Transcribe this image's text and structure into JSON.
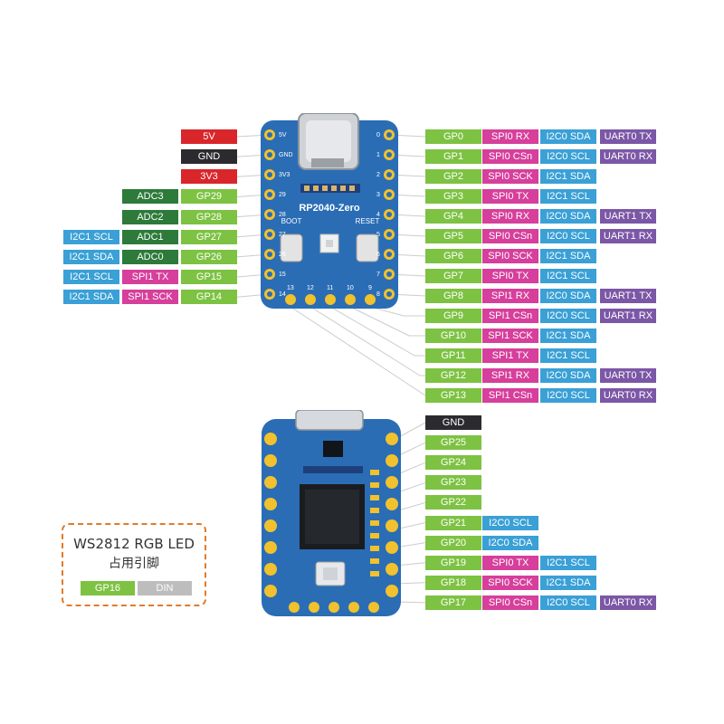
{
  "top_board": {
    "name": "RP2040-Zero",
    "boot_label": "BOOT",
    "reset_label": "RESET",
    "left_pin_numbers": [
      "5V",
      "GND",
      "3V3",
      "29",
      "28",
      "27",
      "26",
      "15",
      "14"
    ],
    "right_pin_numbers": [
      "0",
      "1",
      "2",
      "3",
      "4",
      "5",
      "6",
      "7",
      "8"
    ],
    "bottom_pin_numbers": [
      "13",
      "12",
      "11",
      "10",
      "9"
    ]
  },
  "left_labels": [
    {
      "row": 0,
      "tags": [
        {
          "text": "5V",
          "type": "pwr"
        }
      ]
    },
    {
      "row": 1,
      "tags": [
        {
          "text": "GND",
          "type": "gnd"
        }
      ]
    },
    {
      "row": 2,
      "tags": [
        {
          "text": "3V3",
          "type": "pwr"
        }
      ]
    },
    {
      "row": 3,
      "tags": [
        {
          "text": "ADC3",
          "type": "adc"
        },
        {
          "text": "GP29",
          "type": "gp"
        }
      ]
    },
    {
      "row": 4,
      "tags": [
        {
          "text": "ADC2",
          "type": "adc"
        },
        {
          "text": "GP28",
          "type": "gp"
        }
      ]
    },
    {
      "row": 5,
      "tags": [
        {
          "text": "I2C1 SCL",
          "type": "i2c"
        },
        {
          "text": "ADC1",
          "type": "adc"
        },
        {
          "text": "GP27",
          "type": "gp"
        }
      ]
    },
    {
      "row": 6,
      "tags": [
        {
          "text": "I2C1 SDA",
          "type": "i2c"
        },
        {
          "text": "ADC0",
          "type": "adc"
        },
        {
          "text": "GP26",
          "type": "gp"
        }
      ]
    },
    {
      "row": 7,
      "tags": [
        {
          "text": "I2C1 SCL",
          "type": "i2c"
        },
        {
          "text": "SPI1 TX",
          "type": "spi"
        },
        {
          "text": "GP15",
          "type": "gp"
        }
      ]
    },
    {
      "row": 8,
      "tags": [
        {
          "text": "I2C1 SDA",
          "type": "i2c"
        },
        {
          "text": "SPI1 SCK",
          "type": "spi"
        },
        {
          "text": "GP14",
          "type": "gp"
        }
      ]
    }
  ],
  "right_labels": [
    {
      "row": 0,
      "tags": [
        {
          "text": "GP0",
          "type": "gp"
        },
        {
          "text": "SPI0 RX",
          "type": "spi"
        },
        {
          "text": "I2C0 SDA",
          "type": "i2c"
        },
        {
          "text": "UART0 TX",
          "type": "uart"
        }
      ]
    },
    {
      "row": 1,
      "tags": [
        {
          "text": "GP1",
          "type": "gp"
        },
        {
          "text": "SPI0 CSn",
          "type": "spi"
        },
        {
          "text": "I2C0 SCL",
          "type": "i2c"
        },
        {
          "text": "UART0 RX",
          "type": "uart"
        }
      ]
    },
    {
      "row": 2,
      "tags": [
        {
          "text": "GP2",
          "type": "gp"
        },
        {
          "text": "SPI0 SCK",
          "type": "spi"
        },
        {
          "text": "I2C1 SDA",
          "type": "i2c"
        }
      ]
    },
    {
      "row": 3,
      "tags": [
        {
          "text": "GP3",
          "type": "gp"
        },
        {
          "text": "SPI0 TX",
          "type": "spi"
        },
        {
          "text": "I2C1 SCL",
          "type": "i2c"
        }
      ]
    },
    {
      "row": 4,
      "tags": [
        {
          "text": "GP4",
          "type": "gp"
        },
        {
          "text": "SPI0 RX",
          "type": "spi"
        },
        {
          "text": "I2C0 SDA",
          "type": "i2c"
        },
        {
          "text": "UART1 TX",
          "type": "uart"
        }
      ]
    },
    {
      "row": 5,
      "tags": [
        {
          "text": "GP5",
          "type": "gp"
        },
        {
          "text": "SPI0 CSn",
          "type": "spi"
        },
        {
          "text": "I2C0 SCL",
          "type": "i2c"
        },
        {
          "text": "UART1 RX",
          "type": "uart"
        }
      ]
    },
    {
      "row": 6,
      "tags": [
        {
          "text": "GP6",
          "type": "gp"
        },
        {
          "text": "SPI0 SCK",
          "type": "spi"
        },
        {
          "text": "I2C1 SDA",
          "type": "i2c"
        }
      ]
    },
    {
      "row": 7,
      "tags": [
        {
          "text": "GP7",
          "type": "gp"
        },
        {
          "text": "SPI0 TX",
          "type": "spi"
        },
        {
          "text": "I2C1 SCL",
          "type": "i2c"
        }
      ]
    },
    {
      "row": 8,
      "tags": [
        {
          "text": "GP8",
          "type": "gp"
        },
        {
          "text": "SPI1 RX",
          "type": "spi"
        },
        {
          "text": "I2C0 SDA",
          "type": "i2c"
        },
        {
          "text": "UART1 TX",
          "type": "uart"
        }
      ]
    },
    {
      "row": 9,
      "tags": [
        {
          "text": "GP9",
          "type": "gp"
        },
        {
          "text": "SPI1 CSn",
          "type": "spi"
        },
        {
          "text": "I2C0 SCL",
          "type": "i2c"
        },
        {
          "text": "UART1 RX",
          "type": "uart"
        }
      ]
    },
    {
      "row": 10,
      "tags": [
        {
          "text": "GP10",
          "type": "gp"
        },
        {
          "text": "SPI1 SCK",
          "type": "spi"
        },
        {
          "text": "I2C1 SDA",
          "type": "i2c"
        }
      ]
    },
    {
      "row": 11,
      "tags": [
        {
          "text": "GP11",
          "type": "gp"
        },
        {
          "text": "SPI1 TX",
          "type": "spi"
        },
        {
          "text": "I2C1 SCL",
          "type": "i2c"
        }
      ]
    },
    {
      "row": 12,
      "tags": [
        {
          "text": "GP12",
          "type": "gp"
        },
        {
          "text": "SPI1 RX",
          "type": "spi"
        },
        {
          "text": "I2C0 SDA",
          "type": "i2c"
        },
        {
          "text": "UART0 TX",
          "type": "uart"
        }
      ]
    },
    {
      "row": 13,
      "tags": [
        {
          "text": "GP13",
          "type": "gp"
        },
        {
          "text": "SPI1 CSn",
          "type": "spi"
        },
        {
          "text": "I2C0 SCL",
          "type": "i2c"
        },
        {
          "text": "UART0 RX",
          "type": "uart"
        }
      ]
    }
  ],
  "bottom_labels": [
    {
      "row": 0,
      "tags": [
        {
          "text": "GND",
          "type": "gnd"
        }
      ]
    },
    {
      "row": 1,
      "tags": [
        {
          "text": "GP25",
          "type": "gp"
        }
      ]
    },
    {
      "row": 2,
      "tags": [
        {
          "text": "GP24",
          "type": "gp"
        }
      ]
    },
    {
      "row": 3,
      "tags": [
        {
          "text": "GP23",
          "type": "gp"
        }
      ]
    },
    {
      "row": 4,
      "tags": [
        {
          "text": "GP22",
          "type": "gp"
        }
      ]
    },
    {
      "row": 5,
      "tags": [
        {
          "text": "GP21",
          "type": "gp"
        },
        {
          "text": "I2C0 SCL",
          "type": "i2c"
        }
      ]
    },
    {
      "row": 6,
      "tags": [
        {
          "text": "GP20",
          "type": "gp"
        },
        {
          "text": "I2C0 SDA",
          "type": "i2c"
        }
      ]
    },
    {
      "row": 7,
      "tags": [
        {
          "text": "GP19",
          "type": "gp"
        },
        {
          "text": "SPI0 TX",
          "type": "spi"
        },
        {
          "text": "I2C1 SCL",
          "type": "i2c"
        }
      ]
    },
    {
      "row": 8,
      "tags": [
        {
          "text": "GP18",
          "type": "gp"
        },
        {
          "text": "SPI0 SCK",
          "type": "spi"
        },
        {
          "text": "I2C1 SDA",
          "type": "i2c"
        }
      ]
    },
    {
      "row": 9,
      "tags": [
        {
          "text": "GP17",
          "type": "gp"
        },
        {
          "text": "SPI0 CSn",
          "type": "spi"
        },
        {
          "text": "I2C0 SCL",
          "type": "i2c"
        },
        {
          "text": "UART0 RX",
          "type": "uart"
        }
      ]
    }
  ],
  "legend": {
    "title": "WS2812 RGB LED",
    "subtitle": "占用引脚",
    "gpio": "GP16",
    "signal": "DIN"
  },
  "colors": {
    "pwr": "#d9262b",
    "gnd": "#2b2b2f",
    "gp": "#7dc242",
    "adc": "#2d7a3a",
    "spi": "#d63f9b",
    "i2c": "#3aa0d6",
    "uart": "#7b57a6",
    "din": "#bdbdbd",
    "board": "#2a6db5",
    "pad": "#f2c12e",
    "legend_border": "#e07b2a"
  }
}
